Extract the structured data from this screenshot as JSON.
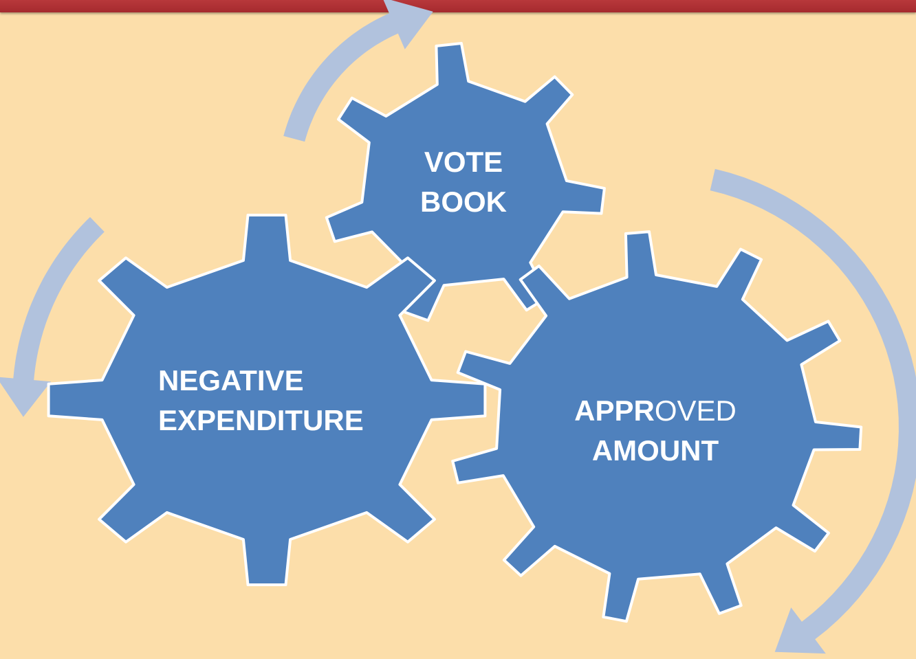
{
  "colors": {
    "background": "#fcdeaa",
    "top_bar": "#a52a2e",
    "gear_fill": "#4f81bd",
    "gear_stroke": "#ffffff",
    "arrow": "#b1c2dd",
    "label": "#ffffff"
  },
  "gears": {
    "vote_book": {
      "line1": "VOTE",
      "line2": "BOOK"
    },
    "negative_expenditure": {
      "line1": "NEGATIVE",
      "line2": "EXPENDITURE"
    },
    "approved_amount": {
      "line1_parts": [
        {
          "text": "APP",
          "bold": true
        },
        {
          "text": "R",
          "bold": true
        },
        {
          "text": "OVED",
          "bold": false
        }
      ],
      "line2": "AMOUNT"
    }
  }
}
